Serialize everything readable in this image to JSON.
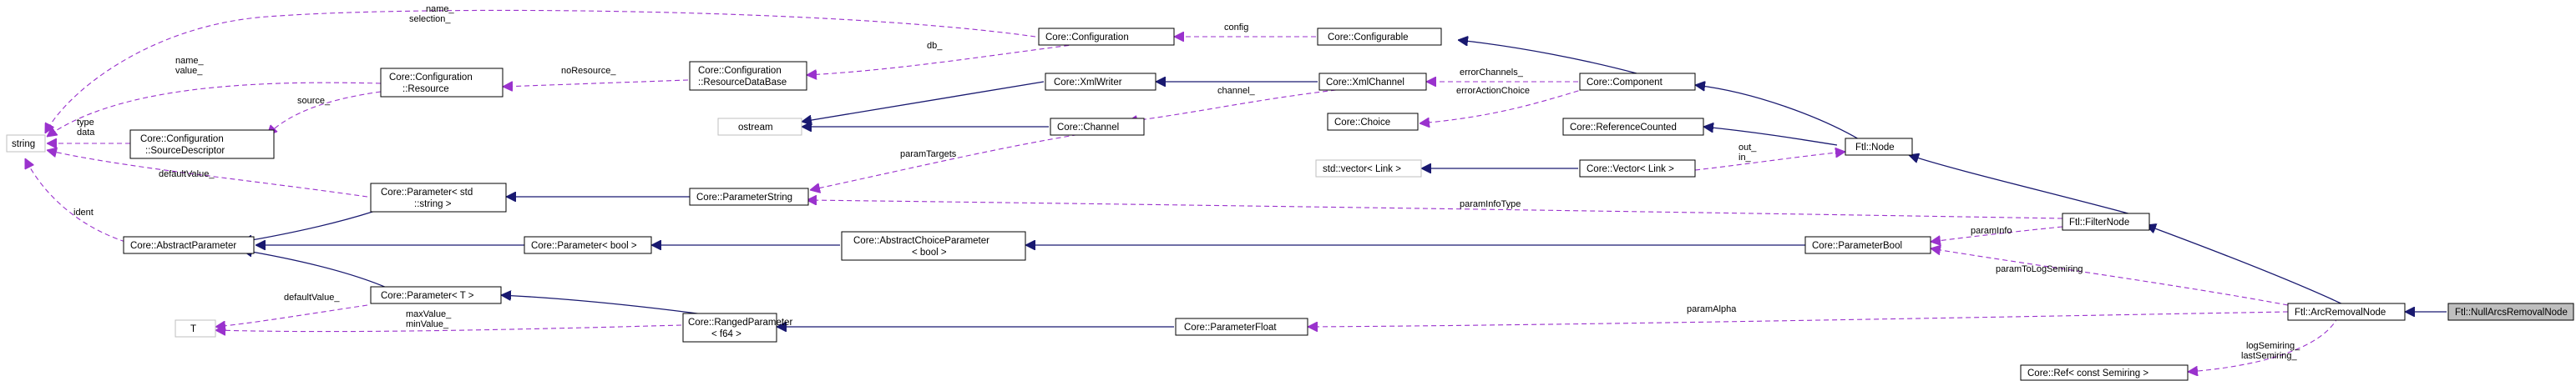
{
  "nodes": {
    "string": "string",
    "abstract_parameter": "Core::AbstractParameter",
    "source_descriptor": [
      "Core::Configuration",
      "::SourceDescriptor"
    ],
    "resource": [
      "Core::Configuration",
      "::Resource"
    ],
    "configuration": "Core::Configuration",
    "resource_db": [
      "Core::Configuration",
      "::ResourceDataBase"
    ],
    "parameter_string_tpl": [
      "Core::Parameter< std",
      "::string >"
    ],
    "parameter_bool_tpl": "Core::Parameter< bool >",
    "parameter_t": "Core::Parameter< T >",
    "t": "T",
    "ranged_parameter": [
      "Core::RangedParameter",
      "< f64 >"
    ],
    "ostream": "ostream",
    "xml_writer": "Core::XmlWriter",
    "channel": "Core::Channel",
    "parameter_string": "Core::ParameterString",
    "abstract_choice_parameter": [
      "Core::AbstractChoiceParameter",
      "< bool >"
    ],
    "parameter_float": "Core::ParameterFloat",
    "configurable": "Core::Configurable",
    "xml_channel": "Core::XmlChannel",
    "choice": "Core::Choice",
    "component": "Core::Component",
    "reference_counted": "Core::ReferenceCounted",
    "std_vector": "std::vector< Link >",
    "core_vector": "Core::Vector< Link >",
    "ftl_node": "Ftl::Node",
    "filter_node": "Ftl::FilterNode",
    "parameter_bool": "Core::ParameterBool",
    "arc_removal_node": "Ftl::ArcRemovalNode",
    "core_ref": "Core::Ref< const Semiring >",
    "null_arcs_removal_node": "Ftl::NullArcsRemovalNode"
  },
  "edge_labels": {
    "name_selection": [
      "name_",
      "selection_"
    ],
    "name_value": [
      "name_",
      "value_"
    ],
    "type_data": [
      "type",
      "data"
    ],
    "default_value": "defaultValue_",
    "ident": "ident",
    "source": "source_",
    "no_resource": "noResource_",
    "db": "db_",
    "config": "config",
    "channel": "channel_",
    "error_channels": "errorChannels_",
    "error_action_choice": "errorActionChoice",
    "param_targets": "paramTargets",
    "out_in": [
      "out_",
      "in_"
    ],
    "param_info_type": "paramInfoType",
    "param_info": "paramInfo",
    "param_to_log_semiring": "paramToLogSemiring",
    "default_value_t": "defaultValue_",
    "max_min_value": [
      "maxValue_",
      "minValue_"
    ],
    "param_alpha": "paramAlpha",
    "log_last_semiring": [
      "logSemiring_",
      "lastSemiring_"
    ]
  }
}
